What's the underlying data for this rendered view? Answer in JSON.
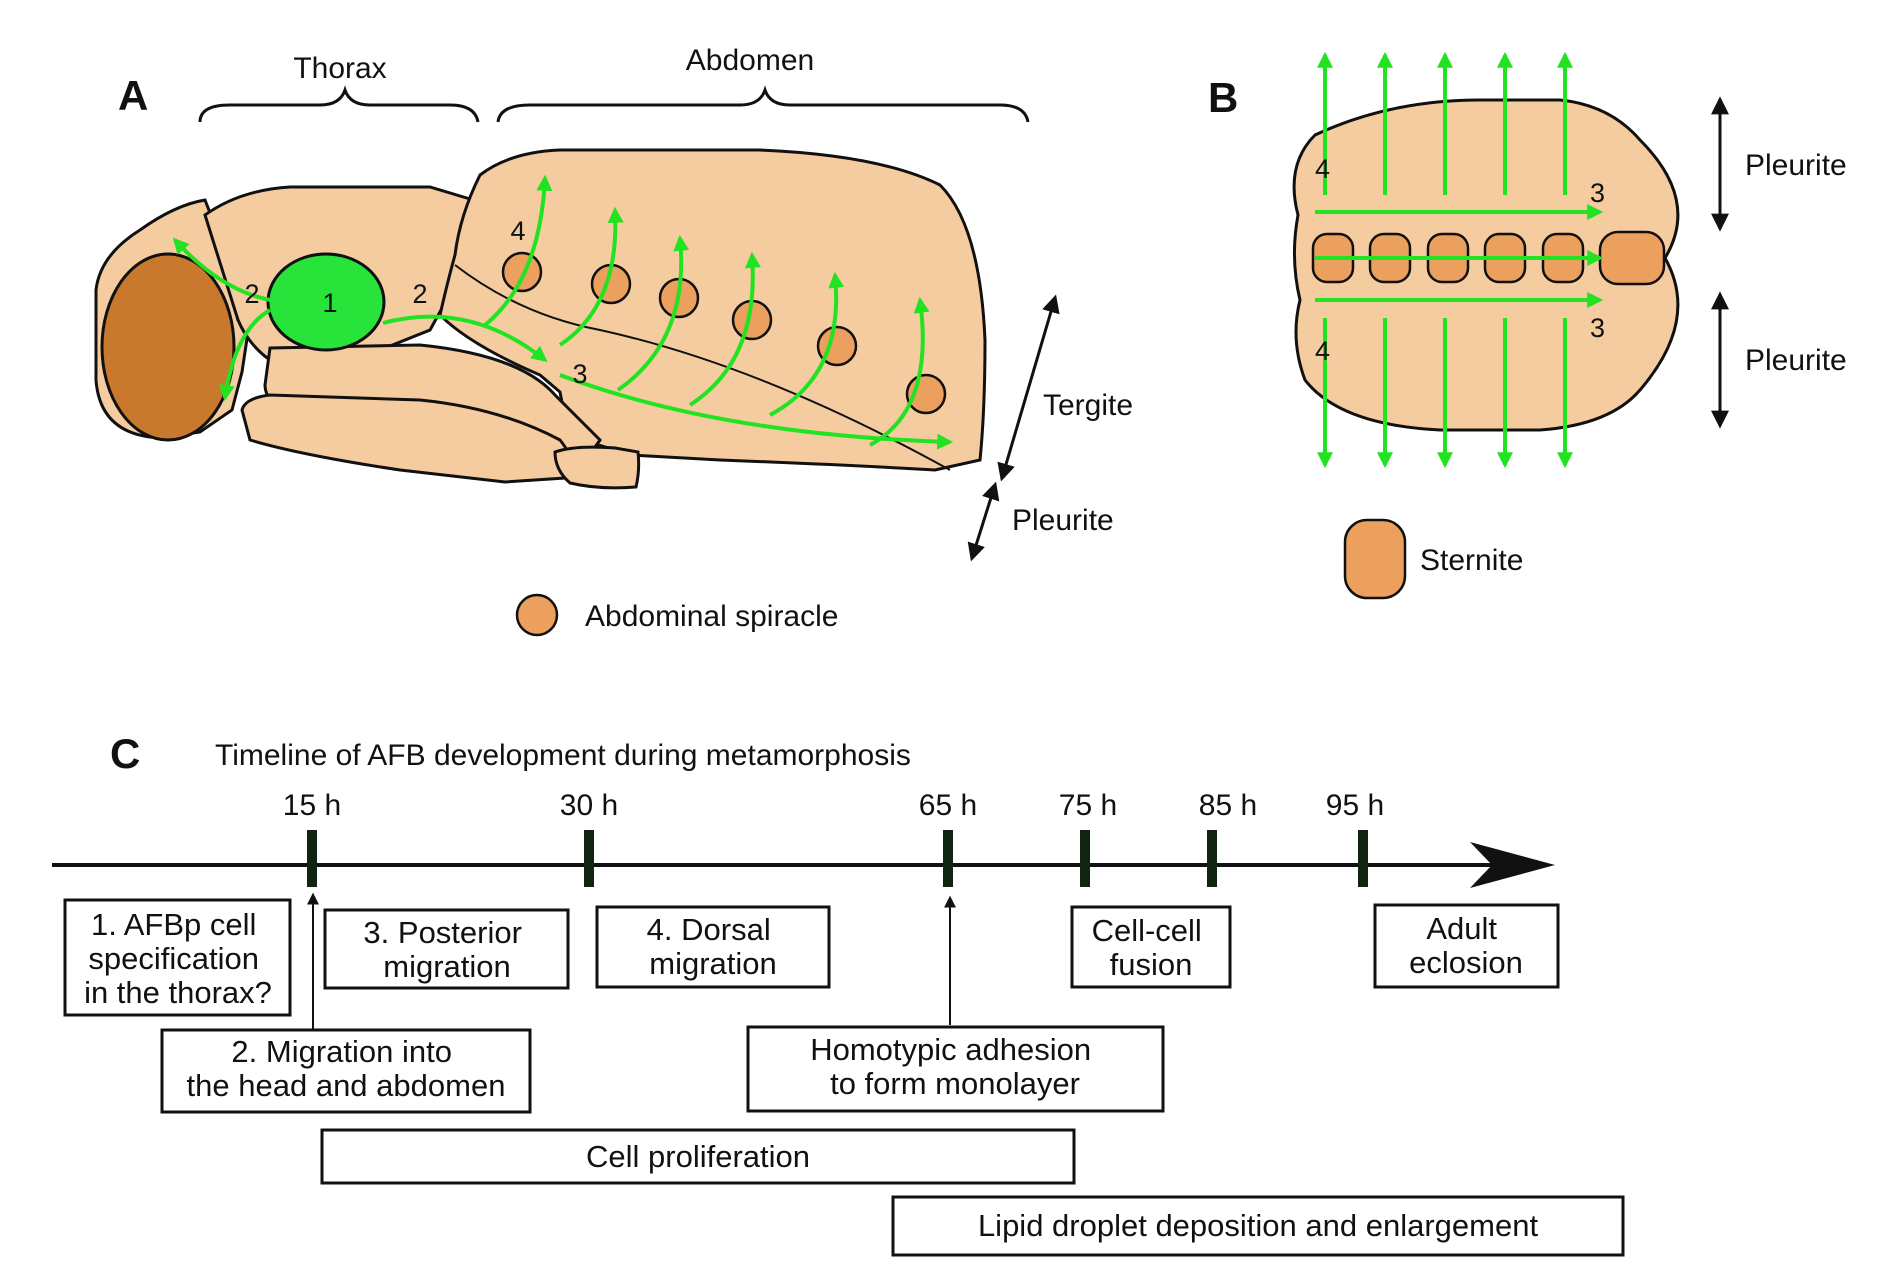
{
  "panel_a": {
    "letter": "A",
    "thorax_label": "Thorax",
    "abdomen_label": "Abdomen",
    "tergite_label": "Tergite",
    "pleurite_label": "Pleurite",
    "spiracle_legend": "Abdominal spiracle",
    "step_labels": {
      "s1": "1",
      "s2": "2",
      "s3": "3",
      "s4": "4"
    }
  },
  "panel_b": {
    "letter": "B",
    "pleurite_label": "Pleurite",
    "sternite_legend": "Sternite",
    "step_labels": {
      "s3": "3",
      "s4": "4"
    }
  },
  "panel_c": {
    "letter": "C",
    "title": "Timeline of AFB development during metamorphosis",
    "ticks": [
      "15 h",
      "30 h",
      "65 h",
      "75 h",
      "85 h",
      "95 h"
    ],
    "boxes": {
      "b1": [
        "1. AFBp cell",
        "specification",
        "in the thorax?"
      ],
      "b2": [
        "2. Migration into",
        "the head and abdomen"
      ],
      "b3": [
        "3. Posterior",
        "migration"
      ],
      "b4": [
        "4. Dorsal",
        "migration"
      ],
      "b5": [
        "Homotypic adhesion",
        "to form monolayer"
      ],
      "b6": [
        "Cell-cell",
        "fusion"
      ],
      "b7": [
        "Adult",
        "eclosion"
      ],
      "b8": [
        "Cell proliferation"
      ],
      "b9": [
        "Lipid droplet deposition and enlargement"
      ]
    }
  },
  "colors": {
    "body_fill": "#f5cba0",
    "eye_fill": "#c8792e",
    "spiracle_fill": "#eba05e",
    "thorax_cell_fill": "#27e33a",
    "arrow_green": "#22e322",
    "outline": "#111111"
  }
}
